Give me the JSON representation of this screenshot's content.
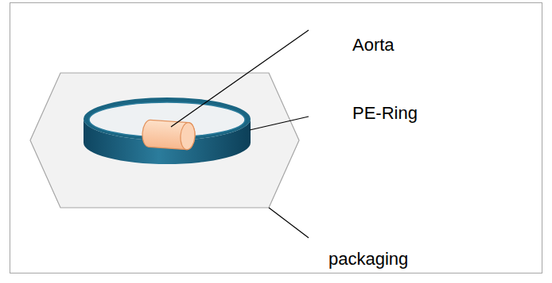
{
  "diagram": {
    "labels": [
      "Aorta",
      "PE-Ring",
      "packaging"
    ]
  }
}
